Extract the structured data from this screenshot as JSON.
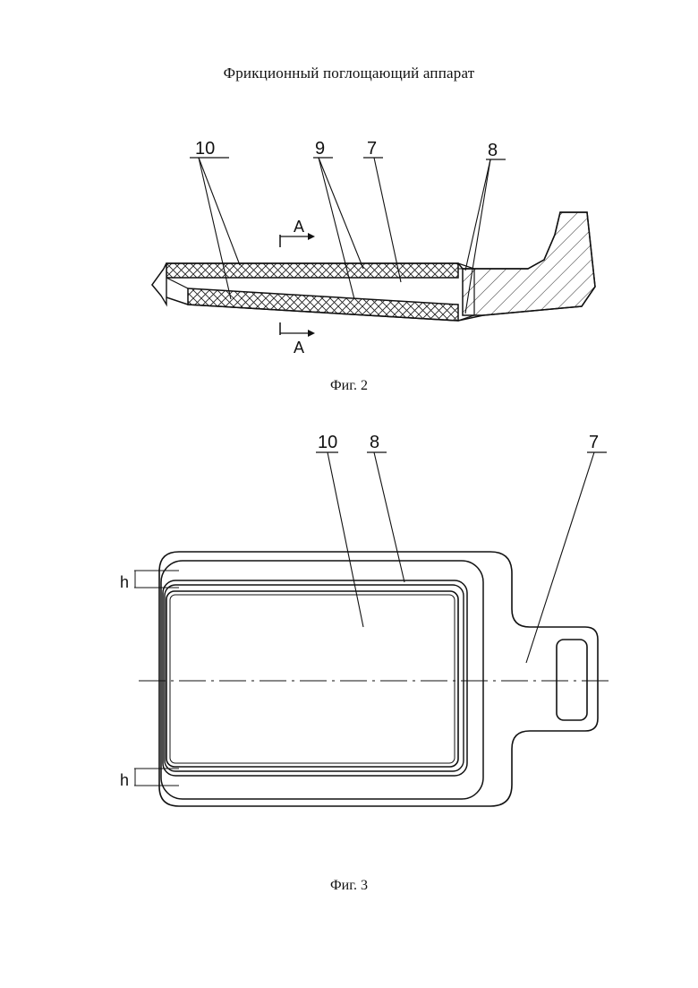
{
  "document": {
    "title": "Фрикционный поглощающий аппарат"
  },
  "figure2": {
    "caption": "Фиг. 2",
    "labels": {
      "l10": "10",
      "l9": "9",
      "l7": "7",
      "l8": "8"
    },
    "section_mark": "А"
  },
  "figure3": {
    "caption": "Фиг. 3",
    "labels": {
      "l10": "10",
      "l8": "8",
      "l7": "7"
    },
    "dim_label": "h"
  }
}
